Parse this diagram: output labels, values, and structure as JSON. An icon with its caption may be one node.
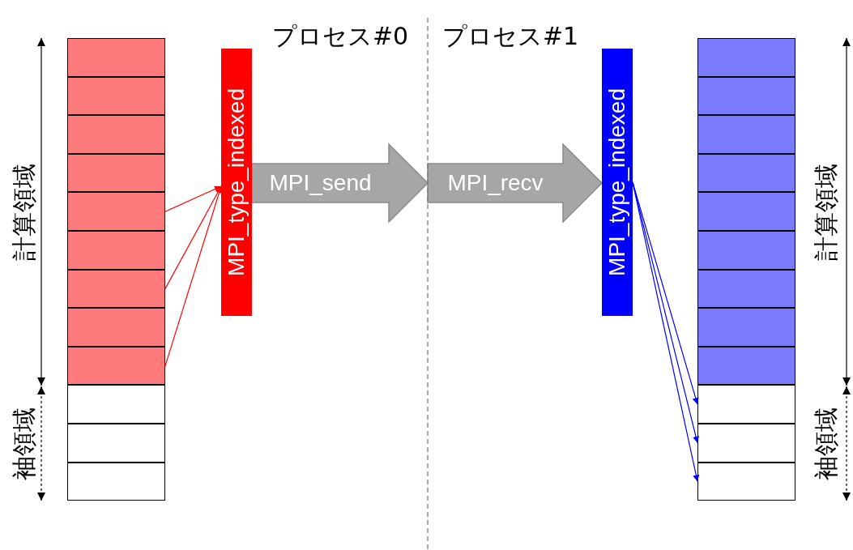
{
  "diagram": {
    "nodes": [
      {
        "text": [],
        "shape": "box"
      },
      {
        "text": [],
        "shape": "box"
      },
      {
        "text": [],
        "shape": "box"
      },
      {
        "text": [],
        "shape": "box"
      },
      {
        "text": [],
        "shape": "box"
      },
      {
        "text": [],
        "shape": "box"
      },
      {
        "text": [],
        "shape": "box"
      },
      {
        "text": [],
        "shape": "box"
      },
      {
        "text": [],
        "shape": "box"
      },
      {
        "text": [],
        "shape": "box"
      },
      {
        "text": [],
        "shape": "box"
      },
      {
        "text": [],
        "shape": "box"
      },
      {
        "text": [
          "MPI_type_indexed"
        ]
      },
      {
        "text": [
          "MPI_type_indexed"
        ]
      },
      {
        "text": [],
        "shape": "box"
      },
      {
        "text": [],
        "shape": "box"
      },
      {
        "text": [],
        "shape": "box"
      },
      {
        "text": [],
        "shape": "box"
      },
      {
        "text": [],
        "shape": "box"
      },
      {
        "text": [],
        "shape": "box"
      },
      {
        "text": [],
        "shape": "box"
      },
      {
        "text": [],
        "shape": "box"
      },
      {
        "text": [],
        "shape": "box"
      },
      {
        "text": [],
        "shape": "box"
      },
      {
        "text": [],
        "shape": "box"
      },
      {
        "text": [],
        "shape": "box"
      }
    ],
    "edges": [
      {
        "from": 4,
        "to": 12,
        "arrow": "to",
        "color": "#ff0000"
      },
      {
        "from": 6,
        "to": 12,
        "arrow": "to",
        "color": "#ff0000"
      },
      {
        "from": 8,
        "to": 12,
        "arrow": "to",
        "color": "#ff0000"
      },
      {
        "from": 12,
        "to": null,
        "arrow": "to",
        "label": "MPI_send",
        "style": "thick",
        "color": "#a6a6a6"
      },
      {
        "from": null,
        "to": 13,
        "arrow": "to",
        "label": "MPI_recv",
        "style": "thick",
        "color": "#a6a6a6"
      },
      {
        "from": 13,
        "to": 23,
        "arrow": "to",
        "color": "#0000ff"
      },
      {
        "from": 13,
        "to": 24,
        "arrow": "to",
        "color": "#0000ff"
      },
      {
        "from": 13,
        "to": 25,
        "arrow": "to",
        "color": "#0000ff"
      }
    ],
    "labels": [
      "プロセス#0",
      "プロセス#1",
      "計算領域",
      "袖領域",
      "計算領域",
      "袖領域"
    ]
  }
}
